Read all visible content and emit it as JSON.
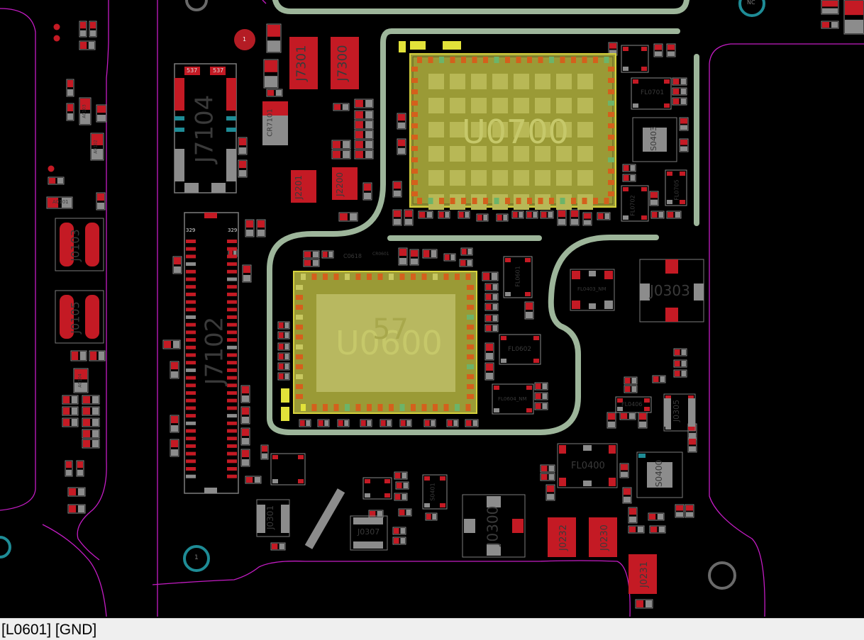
{
  "status_bar": {
    "text": "[L0601] [GND]"
  },
  "colors": {
    "background": "#000000",
    "outline": "#c41cc4",
    "trace": "#9db59a",
    "pad_red": "#c41a24",
    "pad_gray": "#8c8c8c",
    "chip_fill": "#9c9c34",
    "chip_outline": "#d4d03c",
    "teal": "#1e8c96"
  },
  "designators": {
    "u0700": "U0700",
    "u0600": "U0600",
    "u0600_sub": "57",
    "j7104": "J7104",
    "j7102": "J7102",
    "j7301": "J7301",
    "j7300": "J7300",
    "j2201": "J2201",
    "j2200": "J2200",
    "cr7101": "CR7101",
    "j0103": "J0103",
    "j0105": "J0105",
    "j0303": "J0303",
    "j0305": "J0305",
    "j0300": "J0300",
    "j0301": "J0301",
    "j0307": "J0307",
    "j0232": "J0232",
    "j0230": "J0230",
    "j0231": "J0231",
    "fl0400": "FL0400",
    "fl0701": "FL0701",
    "fl0702": "FL0702",
    "fl0705": "FL0705",
    "fl0601": "FL0601",
    "fl0602": "FL0602",
    "fl0403": "FL0403_NM",
    "fl0604": "FL0604_NM",
    "fl0406": "FL0406",
    "s0403": "S0403",
    "s0400": "S0400",
    "s0401": "S0401",
    "c0618": "C0618",
    "cr0601": "CR0601",
    "a0103": "A0103",
    "a0104": "A0104",
    "a0102": "A0102",
    "a0101": "A0101",
    "pin537": "537",
    "pin329": "329",
    "nc": "NC",
    "one": "1"
  }
}
